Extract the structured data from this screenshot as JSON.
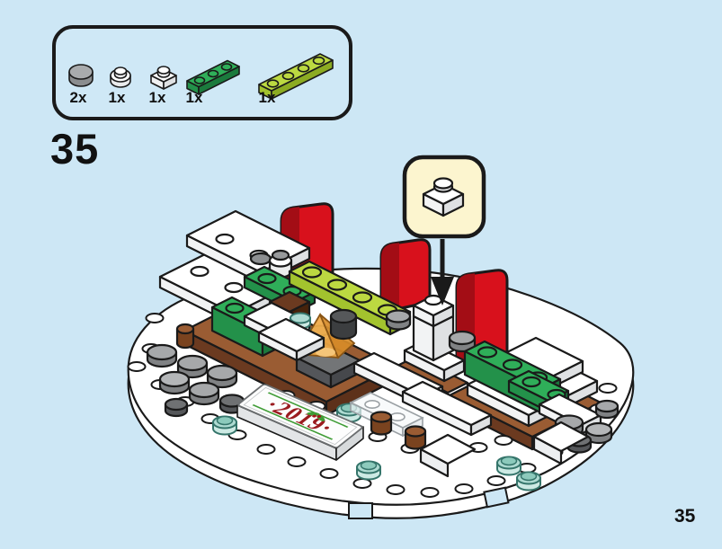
{
  "page": {
    "step_number": "35",
    "page_number": "35",
    "background_color": "#cde7f5"
  },
  "parts_box": {
    "parts": [
      {
        "count": "2x",
        "name": "light-gray-round-tile-1x1",
        "color": "#a9abad"
      },
      {
        "count": "1x",
        "name": "white-round-plate-1x1",
        "color": "#ffffff"
      },
      {
        "count": "1x",
        "name": "white-plate-1x1",
        "color": "#ffffff"
      },
      {
        "count": "1x",
        "name": "green-plate-1x3",
        "color": "#2fae59"
      },
      {
        "count": "1x",
        "name": "lime-plate-1x4",
        "color": "#bcd941"
      }
    ]
  },
  "callout": {
    "part_name": "white-plate-1x1",
    "background_color": "#fcf5cf",
    "arrow": "points-down-to-placement"
  },
  "model": {
    "sign_text": "·2019·",
    "description": "Isometric LEGO holiday scene on a white rounded base plate: red back panels, green and lime plates, brown platform, snow studs, campfire and 2019 sign",
    "colors": {
      "red": "#d8111c",
      "green": "#2fae59",
      "lime": "#bcd941",
      "brown": "#9a5c33",
      "dark_brown": "#6b3a20",
      "gray": "#a6a8aa",
      "trans_light_blue": "#aedbd2",
      "trans_orange": "#f0a844",
      "white": "#ffffff",
      "outline": "#1a1a1a"
    }
  }
}
